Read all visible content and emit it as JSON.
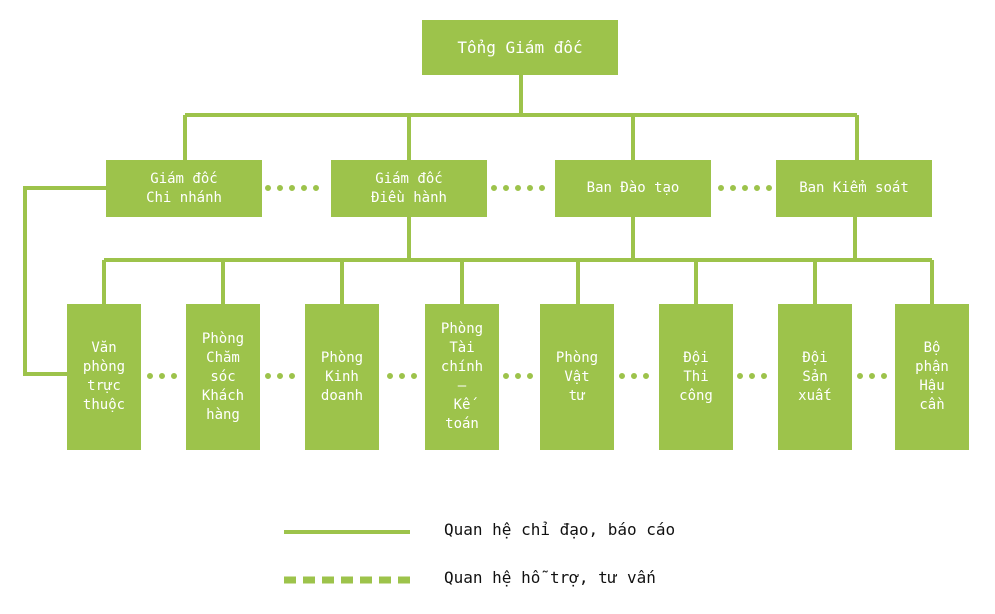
{
  "colors": {
    "box": "#9dc34b",
    "line": "#9dc34b",
    "text": "#ffffff"
  },
  "nodes": {
    "ceo": "Tổng Giám đốc",
    "branch_director": "Giám đốc\nChi nhánh",
    "executive_director": "Giám đốc\nĐiều hành",
    "training_board": "Ban Đào tạo",
    "control_board": "Ban Kiểm soát",
    "office": "Văn\nphòng\ntrực\nthuộc",
    "customer_care": "Phòng\nChăm\nsóc\nKhách\nhàng",
    "sales": "Phòng\nKinh\ndoanh",
    "finance": "Phòng\nTài\nchính\n–\nKế\ntoán",
    "materials": "Phòng\nVật\ntư",
    "construction": "Đội\nThi\ncông",
    "production": "Đội\nSản\nxuất",
    "logistics": "Bộ\nphận\nHậu\ncần"
  },
  "legend": {
    "solid": "Quan hệ chỉ đạo, báo cáo",
    "dotted": "Quan hệ hỗ trợ, tư vấn"
  }
}
